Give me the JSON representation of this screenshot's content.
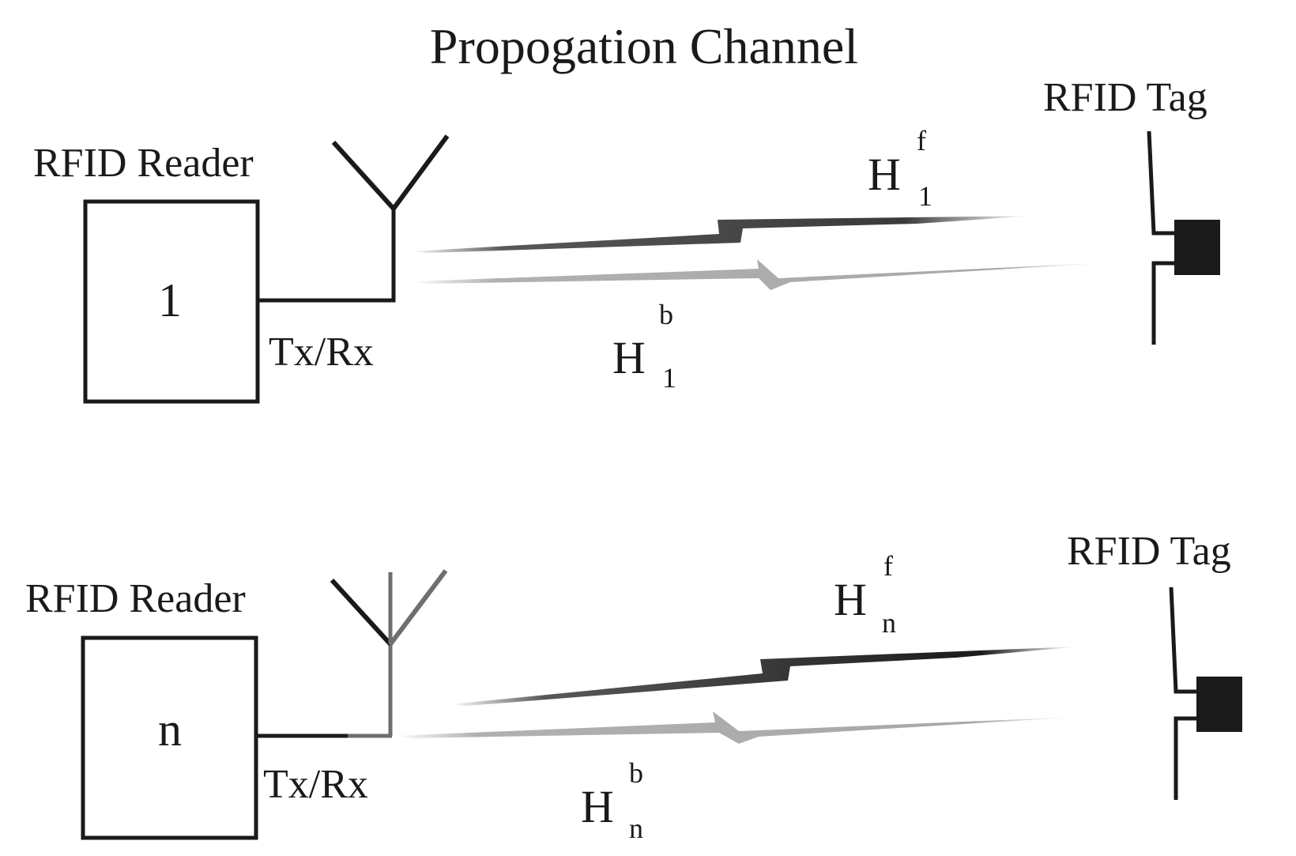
{
  "title": "Propogation Channel",
  "readers": [
    {
      "reader_label": "RFID Reader",
      "reader_id": "1",
      "port_label": "Tx/Rx",
      "tag_label": "RFID Tag",
      "forward": {
        "symbol": "H",
        "superscript": "f",
        "subscript": "1"
      },
      "backward": {
        "symbol": "H",
        "superscript": "b",
        "subscript": "1"
      }
    },
    {
      "reader_label": "RFID Reader",
      "reader_id": "n",
      "port_label": "Tx/Rx",
      "tag_label": "RFID Tag",
      "forward": {
        "symbol": "H",
        "superscript": "f",
        "subscript": "n"
      },
      "backward": {
        "symbol": "H",
        "superscript": "b",
        "subscript": "n"
      }
    }
  ],
  "colors": {
    "line": "#1a1a1a",
    "forward_link": "#3a3a3a",
    "backward_link": "#a8a8a8",
    "antenna_gray": "#6e6e6e"
  }
}
